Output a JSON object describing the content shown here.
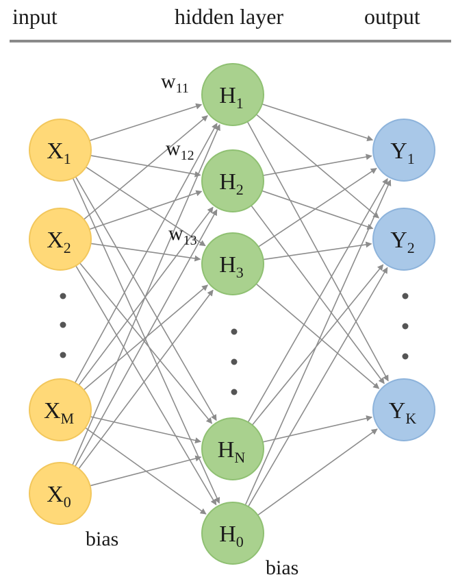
{
  "headers": {
    "input": "input",
    "hidden": "hidden layer",
    "output": "output"
  },
  "layers": {
    "input": [
      {
        "id": "x1",
        "base": "X",
        "sub": "1"
      },
      {
        "id": "x2",
        "base": "X",
        "sub": "2"
      },
      {
        "id": "xm",
        "base": "X",
        "sub": "M"
      },
      {
        "id": "x0",
        "base": "X",
        "sub": "0"
      }
    ],
    "hidden": [
      {
        "id": "h1",
        "base": "H",
        "sub": "1"
      },
      {
        "id": "h2",
        "base": "H",
        "sub": "2"
      },
      {
        "id": "h3",
        "base": "H",
        "sub": "3"
      },
      {
        "id": "hn",
        "base": "H",
        "sub": "N"
      },
      {
        "id": "h0",
        "base": "H",
        "sub": "0"
      }
    ],
    "output": [
      {
        "id": "y1",
        "base": "Y",
        "sub": "1"
      },
      {
        "id": "y2",
        "base": "Y",
        "sub": "2"
      },
      {
        "id": "yk",
        "base": "Y",
        "sub": "K"
      }
    ]
  },
  "weights": [
    {
      "base": "w",
      "sub": "11"
    },
    {
      "base": "w",
      "sub": "12"
    },
    {
      "base": "w",
      "sub": "13"
    }
  ],
  "bias_labels": {
    "input": "bias",
    "hidden": "bias"
  },
  "colors": {
    "input_fill": "#FFD978",
    "input_stroke": "#F2C75C",
    "hidden_fill": "#A9D18E",
    "hidden_stroke": "#8FC072",
    "output_fill": "#A9C8E8",
    "output_stroke": "#8DB3DB",
    "edge": "#8C8C8C",
    "rule": "#8A8A8A"
  }
}
